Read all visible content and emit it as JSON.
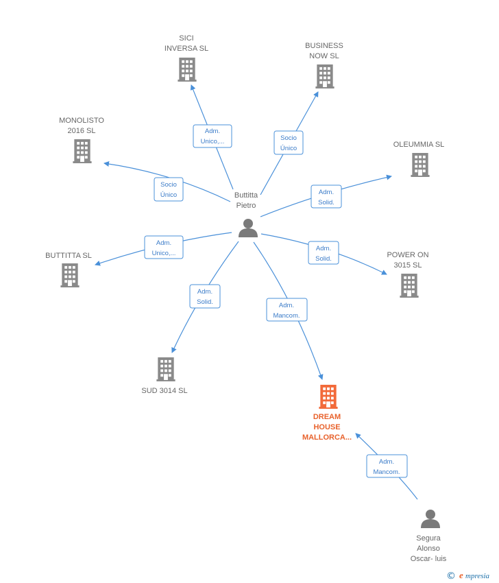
{
  "colors": {
    "edge": "#4a90d9",
    "building": "#8a8a8a",
    "building_focus": "#f26a3a",
    "person": "#7a7a7a"
  },
  "center": {
    "name_lines": [
      "Buttitta",
      "Pietro"
    ],
    "icon": "person-icon"
  },
  "companies": [
    {
      "id": "sici",
      "name_lines": [
        "SICI",
        "INVERSA SL"
      ],
      "icon": "building-icon",
      "edge_label": [
        "Adm.",
        "Unico,..."
      ]
    },
    {
      "id": "business",
      "name_lines": [
        "BUSINESS",
        "NOW SL"
      ],
      "icon": "building-icon",
      "edge_label": [
        "Socio",
        "Único"
      ]
    },
    {
      "id": "monolisto",
      "name_lines": [
        "MONOLISTO",
        "2016  SL"
      ],
      "icon": "building-icon",
      "edge_label": [
        "Socio",
        "Único"
      ]
    },
    {
      "id": "oleummia",
      "name_lines": [
        "OLEUMMIA  SL"
      ],
      "icon": "building-icon",
      "edge_label": [
        "Adm.",
        "Solid."
      ]
    },
    {
      "id": "buttitta",
      "name_lines": [
        "BUTTITTA  SL"
      ],
      "icon": "building-icon",
      "edge_label": [
        "Adm.",
        "Unico,..."
      ]
    },
    {
      "id": "poweron",
      "name_lines": [
        "POWER ON",
        "3015  SL"
      ],
      "icon": "building-icon",
      "edge_label": [
        "Adm.",
        "Solid."
      ]
    },
    {
      "id": "sud",
      "name_lines": [
        "SUD 3014  SL"
      ],
      "icon": "building-icon",
      "edge_label": [
        "Adm.",
        "Solid."
      ]
    },
    {
      "id": "dream",
      "name_lines": [
        "DREAM",
        "HOUSE",
        "MALLORCA..."
      ],
      "icon": "building-icon",
      "edge_label": [
        "Adm.",
        "Mancom."
      ],
      "focus": true
    }
  ],
  "secondary_person": {
    "name_lines": [
      "Segura",
      "Alonso",
      "Oscar- luis"
    ],
    "icon": "person-icon",
    "edge_label": [
      "Adm.",
      "Mancom."
    ]
  },
  "brand": {
    "symbol": "©",
    "initial": "e",
    "name": "mpresia"
  }
}
